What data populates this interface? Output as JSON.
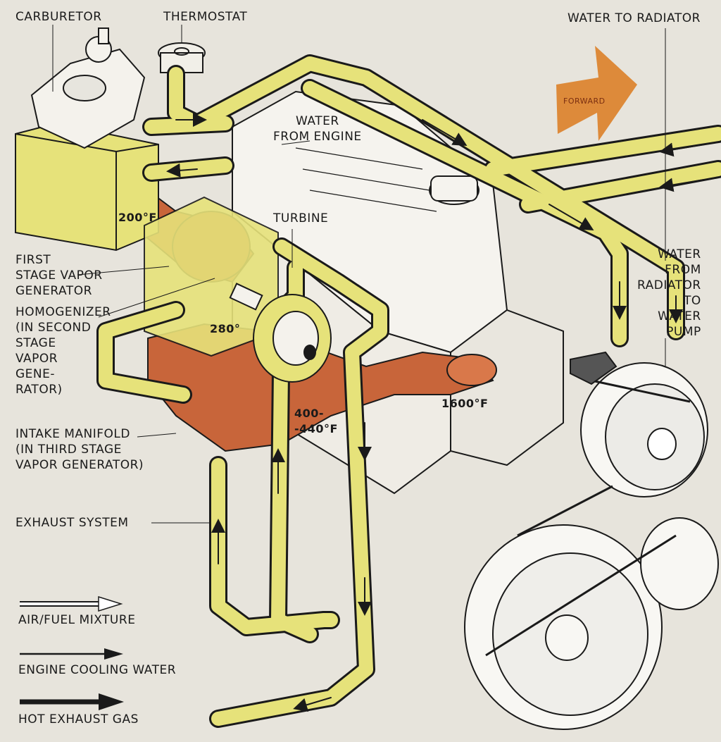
{
  "labels": {
    "carburetor": "CARBURETOR",
    "thermostat": "THERMOSTAT",
    "water_to_radiator": "WATER TO RADIATOR",
    "water_from_engine": "WATER\nFROM ENGINE",
    "turbine": "TURBINE",
    "first_stage": "FIRST\nSTAGE VAPOR\nGENERATOR",
    "homogenizer": "HOMOGENIZER\n(IN SECOND\nSTAGE\nVAPOR\nGENE-\nRATOR)",
    "intake_manifold": "INTAKE MANIFOLD\n(IN THIRD STAGE\nVAPOR GENERATOR)",
    "exhaust_system": "EXHAUST SYSTEM",
    "water_from_radiator": "WATER\nFROM\nRADIATOR\nTO\nWATER\nPUMP",
    "forward": "FORWARD"
  },
  "temperatures": {
    "t200": "200°F",
    "t280": "280°",
    "t400": "400-\n-440°F",
    "t1600": "1600°F"
  },
  "legend": [
    {
      "label": "AIR/FUEL MIXTURE",
      "style": "outline-arrow"
    },
    {
      "label": "ENGINE COOLING WATER",
      "style": "thin-arrow"
    },
    {
      "label": "HOT EXHAUST GAS",
      "style": "thick-arrow"
    }
  ],
  "colors": {
    "background": "#e7e4dc",
    "coolant_pipe": "#e6e27a",
    "exhaust": "#c8653a",
    "forward_arrow": "#dd8a3a",
    "ink": "#1a1a1a"
  }
}
